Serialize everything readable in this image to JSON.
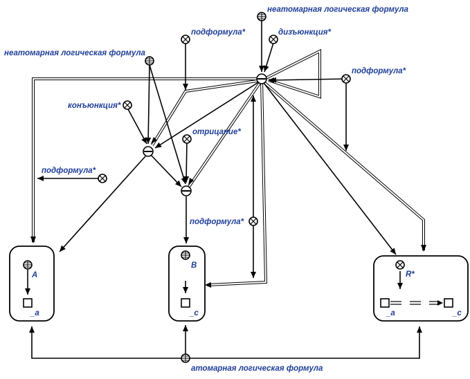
{
  "nodes": {
    "top_class_label": "неатомарная логическая формула",
    "left_class_label": "неатомарная логическая формула",
    "disjunction_label": "дизъюнкция*",
    "subformula_top_label": "подформула*",
    "subformula_right_label": "подформула*",
    "conjunction_label": "конъюнкция*",
    "negation_label": "отрицание*",
    "subformula_left_label": "подформула*",
    "subformula_mid_label": "подформула*",
    "atomic_label": "атомарная логическая формула"
  },
  "contours": {
    "left": {
      "node_label": "A",
      "sub_label": "_a"
    },
    "middle": {
      "node_label": "B",
      "sub_label": "_c"
    },
    "right": {
      "node_label": "R*",
      "sub_label_a": "_a",
      "sub_label_c": "_c"
    }
  }
}
